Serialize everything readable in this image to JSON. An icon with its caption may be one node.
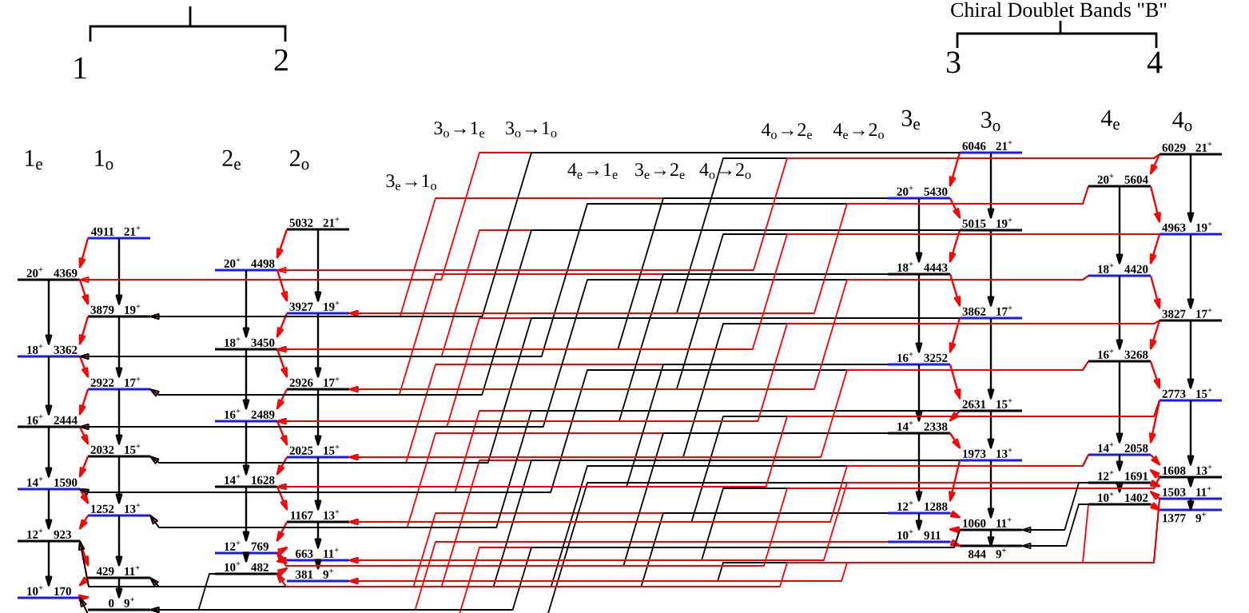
{
  "diagram": {
    "nodes": [
      {
        "text": [
          "20$^{+}$",
          "4369"
        ]
      },
      {
        "text": [
          "18$^{+}$",
          "3362"
        ]
      },
      {
        "text": [
          "16$^{+}$",
          "2444"
        ]
      },
      {
        "text": [
          "14$^{+}$",
          "1590"
        ]
      },
      {
        "text": [
          "12$^{+}$",
          "923"
        ]
      },
      {
        "text": [
          "10$^{+}$",
          "170"
        ]
      },
      {
        "text": [
          "4911",
          "21$^{+}$"
        ]
      },
      {
        "text": [
          "3879",
          "19$^{+}$"
        ]
      },
      {
        "text": [
          "2922",
          "17$^{+}$"
        ]
      },
      {
        "text": [
          "2032",
          "15$^{+}$"
        ]
      },
      {
        "text": [
          "1252",
          "13$^{+}$"
        ]
      },
      {
        "text": [
          "429",
          "11$^{+}$"
        ]
      },
      {
        "text": [
          "0",
          "9$^{+}$"
        ]
      },
      {
        "text": [
          "20$^{+}$",
          "4498"
        ]
      },
      {
        "text": [
          "18$^{+}$",
          "3450"
        ]
      },
      {
        "text": [
          "16$^{+}$",
          "2489"
        ]
      },
      {
        "text": [
          "14$^{+}$",
          "1628"
        ]
      },
      {
        "text": [
          "12$^{+}$",
          "769"
        ]
      },
      {
        "text": [
          "10$^{+}$",
          "482"
        ]
      },
      {
        "text": [
          "5032",
          "21$^{+}$"
        ]
      },
      {
        "text": [
          "3927",
          "19$^{+}$"
        ]
      },
      {
        "text": [
          "2926",
          "17$^{+}$"
        ]
      },
      {
        "text": [
          "2025",
          "15$^{+}$"
        ]
      },
      {
        "text": [
          "1167",
          "13$^{+}$"
        ]
      },
      {
        "text": [
          "663",
          "11$^{+}$"
        ]
      },
      {
        "text": [
          "381",
          "9$^{+}$"
        ]
      },
      {
        "text": [
          "20$^{+}$",
          "5430"
        ]
      },
      {
        "text": [
          "18$^{+}$",
          "4443"
        ]
      },
      {
        "text": [
          "16$^{+}$",
          "3252"
        ]
      },
      {
        "text": [
          "14$^{+}$",
          "2338"
        ]
      },
      {
        "text": [
          "12$^{+}$",
          "1288"
        ]
      },
      {
        "text": [
          "10$^{+}$",
          "911"
        ]
      },
      {
        "text": [
          "6046",
          "21$^{+}$"
        ]
      },
      {
        "text": [
          "5015",
          "19$^{+}$"
        ]
      },
      {
        "text": [
          "3862",
          "17$^{+}$"
        ]
      },
      {
        "text": [
          "2631",
          "15$^{+}$"
        ]
      },
      {
        "text": [
          "1973",
          "13$^{+}$"
        ]
      },
      {
        "text": [
          "1060",
          "11$^{+}$"
        ]
      },
      {
        "text": [
          "844",
          "9$^{+}$"
        ]
      },
      {
        "text": [
          "20$^{+}$",
          "5604"
        ]
      },
      {
        "text": [
          "18$^{+}$",
          "4420"
        ]
      },
      {
        "text": [
          "16$^{+}$",
          "3268"
        ]
      },
      {
        "text": [
          "14$^{+}$",
          "2058"
        ]
      },
      {
        "text": [
          "12$^{+}$",
          "1691"
        ]
      },
      {
        "text": [
          "10$^{+}$",
          "1402"
        ]
      },
      {
        "text": [
          "6029",
          "21$^{+}$"
        ]
      },
      {
        "text": [
          "4963",
          "19$^{+}$"
        ]
      },
      {
        "text": [
          "3827",
          "17$^{+}$"
        ]
      },
      {
        "text": [
          "2773",
          "15$^{+}$"
        ]
      },
      {
        "text": [
          "1608",
          "13$^{+}$"
        ]
      },
      {
        "text": [
          "1503",
          "11$^{+}$"
        ]
      },
      {
        "text": [
          "1377",
          "9$^{+}$"
        ]
      }
    ],
    "edges": [
      {
        "from": 0,
        "to": 1,
        "arrow": "to",
        "color": "#000000"
      },
      {
        "from": 1,
        "to": 2,
        "arrow": "to",
        "color": "#000000"
      },
      {
        "from": 2,
        "to": 3,
        "arrow": "to",
        "color": "#000000"
      },
      {
        "from": 3,
        "to": 4,
        "arrow": "to",
        "color": "#000000"
      },
      {
        "from": 4,
        "to": 5,
        "arrow": "to",
        "color": "#000000"
      },
      {
        "from": 6,
        "to": 7,
        "arrow": "to",
        "color": "#000000"
      },
      {
        "from": 7,
        "to": 8,
        "arrow": "to",
        "color": "#000000"
      },
      {
        "from": 8,
        "to": 9,
        "arrow": "to",
        "color": "#000000"
      },
      {
        "from": 9,
        "to": 10,
        "arrow": "to",
        "color": "#000000"
      },
      {
        "from": 10,
        "to": 11,
        "arrow": "to",
        "color": "#000000"
      },
      {
        "from": 11,
        "to": 12,
        "arrow": "to",
        "color": "#000000"
      },
      {
        "from": 13,
        "to": 14,
        "arrow": "to",
        "color": "#000000"
      },
      {
        "from": 14,
        "to": 15,
        "arrow": "to",
        "color": "#000000"
      },
      {
        "from": 15,
        "to": 16,
        "arrow": "to",
        "color": "#000000"
      },
      {
        "from": 16,
        "to": 17,
        "arrow": "to",
        "color": "#000000"
      },
      {
        "from": 17,
        "to": 18,
        "arrow": "to",
        "color": "#000000"
      },
      {
        "from": 19,
        "to": 20,
        "arrow": "to",
        "color": "#000000"
      },
      {
        "from": 20,
        "to": 21,
        "arrow": "to",
        "color": "#000000"
      },
      {
        "from": 21,
        "to": 22,
        "arrow": "to",
        "color": "#000000"
      },
      {
        "from": 22,
        "to": 23,
        "arrow": "to",
        "color": "#000000"
      },
      {
        "from": 23,
        "to": 24,
        "arrow": "to",
        "color": "#000000"
      },
      {
        "from": 24,
        "to": 25,
        "arrow": "to",
        "color": "#000000"
      },
      {
        "from": 26,
        "to": 27,
        "arrow": "to",
        "color": "#000000"
      },
      {
        "from": 27,
        "to": 28,
        "arrow": "to",
        "color": "#000000"
      },
      {
        "from": 28,
        "to": 29,
        "arrow": "to",
        "color": "#000000"
      },
      {
        "from": 29,
        "to": 30,
        "arrow": "to",
        "color": "#000000"
      },
      {
        "from": 30,
        "to": 31,
        "arrow": "to",
        "color": "#000000"
      },
      {
        "from": 32,
        "to": 33,
        "arrow": "to",
        "color": "#000000"
      },
      {
        "from": 33,
        "to": 34,
        "arrow": "to",
        "color": "#000000"
      },
      {
        "from": 34,
        "to": 35,
        "arrow": "to",
        "color": "#000000"
      },
      {
        "from": 35,
        "to": 36,
        "arrow": "to",
        "color": "#000000"
      },
      {
        "from": 36,
        "to": 37,
        "arrow": "to",
        "color": "#000000"
      },
      {
        "from": 37,
        "to": 38,
        "arrow": "to",
        "color": "#000000"
      },
      {
        "from": 39,
        "to": 40,
        "arrow": "to",
        "color": "#000000"
      },
      {
        "from": 40,
        "to": 41,
        "arrow": "to",
        "color": "#000000"
      },
      {
        "from": 41,
        "to": 42,
        "arrow": "to",
        "color": "#000000"
      },
      {
        "from": 42,
        "to": 43,
        "arrow": "to",
        "color": "#000000"
      },
      {
        "from": 43,
        "to": 44,
        "arrow": "to",
        "color": "#000000"
      },
      {
        "from": 45,
        "to": 46,
        "arrow": "to",
        "color": "#000000"
      },
      {
        "from": 46,
        "to": 47,
        "arrow": "to",
        "color": "#000000"
      },
      {
        "from": 47,
        "to": 48,
        "arrow": "to",
        "color": "#000000"
      },
      {
        "from": 48,
        "to": 49,
        "arrow": "to",
        "color": "#000000"
      },
      {
        "from": 49,
        "to": 50,
        "arrow": "to",
        "color": "#000000"
      },
      {
        "from": 50,
        "to": 51,
        "arrow": "to",
        "color": "#000000"
      },
      {
        "from": 6,
        "to": 0,
        "arrow": "to",
        "color": "#ff0000"
      },
      {
        "from": 0,
        "to": 7,
        "arrow": "to",
        "color": "#ff0000"
      },
      {
        "from": 7,
        "to": 1,
        "arrow": "to",
        "color": "#ff0000"
      },
      {
        "from": 1,
        "to": 8,
        "arrow": "to",
        "color": "#ff0000"
      },
      {
        "from": 8,
        "to": 2,
        "arrow": "to",
        "color": "#ff0000"
      },
      {
        "from": 2,
        "to": 9,
        "arrow": "to",
        "color": "#ff0000"
      },
      {
        "from": 9,
        "to": 3,
        "arrow": "to",
        "color": "#ff0000"
      },
      {
        "from": 3,
        "to": 10,
        "arrow": "to",
        "color": "#ff0000"
      },
      {
        "from": 10,
        "to": 4,
        "arrow": "to",
        "color": "#ff0000"
      },
      {
        "from": 4,
        "to": 11,
        "arrow": "to",
        "color": "#ff0000"
      },
      {
        "from": 11,
        "to": 5,
        "arrow": "to",
        "color": "#ff0000"
      },
      {
        "from": 5,
        "to": 12,
        "arrow": "to",
        "color": "#ff0000"
      },
      {
        "from": 19,
        "to": 13,
        "arrow": "to",
        "color": "#ff0000"
      },
      {
        "from": 13,
        "to": 20,
        "arrow": "to",
        "color": "#ff0000"
      },
      {
        "from": 20,
        "to": 14,
        "arrow": "to",
        "color": "#ff0000"
      },
      {
        "from": 14,
        "to": 21,
        "arrow": "to",
        "color": "#ff0000"
      },
      {
        "from": 21,
        "to": 15,
        "arrow": "to",
        "color": "#ff0000"
      },
      {
        "from": 15,
        "to": 22,
        "arrow": "to",
        "color": "#ff0000"
      },
      {
        "from": 22,
        "to": 16,
        "arrow": "to",
        "color": "#ff0000"
      },
      {
        "from": 16,
        "to": 23,
        "arrow": "to",
        "color": "#ff0000"
      },
      {
        "from": 23,
        "to": 17,
        "arrow": "to",
        "color": "#ff0000"
      },
      {
        "from": 17,
        "to": 24,
        "arrow": "to",
        "color": "#ff0000"
      },
      {
        "from": 24,
        "to": 18,
        "arrow": "to",
        "color": "#ff0000"
      },
      {
        "from": 18,
        "to": 25,
        "arrow": "to",
        "color": "#ff0000"
      },
      {
        "from": 32,
        "to": 26,
        "arrow": "to",
        "color": "#ff0000"
      },
      {
        "from": 26,
        "to": 33,
        "arrow": "to",
        "color": "#ff0000"
      },
      {
        "from": 33,
        "to": 27,
        "arrow": "to",
        "color": "#ff0000"
      },
      {
        "from": 27,
        "to": 34,
        "arrow": "to",
        "color": "#ff0000"
      },
      {
        "from": 34,
        "to": 28,
        "arrow": "to",
        "color": "#ff0000"
      },
      {
        "from": 28,
        "to": 35,
        "arrow": "to",
        "color": "#ff0000"
      },
      {
        "from": 35,
        "to": 29,
        "arrow": "to",
        "color": "#ff0000"
      },
      {
        "from": 29,
        "to": 36,
        "arrow": "to",
        "color": "#ff0000"
      },
      {
        "from": 36,
        "to": 30,
        "arrow": "to",
        "color": "#ff0000"
      },
      {
        "from": 30,
        "to": 37,
        "arrow": "to",
        "color": "#ff0000"
      },
      {
        "from": 37,
        "to": 31,
        "arrow": "to",
        "color": "#ff0000"
      },
      {
        "from": 31,
        "to": 38,
        "arrow": "to",
        "color": "#ff0000"
      },
      {
        "from": 45,
        "to": 39,
        "arrow": "to",
        "color": "#ff0000"
      },
      {
        "from": 39,
        "to": 46,
        "arrow": "to",
        "color": "#ff0000"
      },
      {
        "from": 46,
        "to": 40,
        "arrow": "to",
        "color": "#ff0000"
      },
      {
        "from": 40,
        "to": 47,
        "arrow": "to",
        "color": "#ff0000"
      },
      {
        "from": 47,
        "to": 41,
        "arrow": "to",
        "color": "#ff0000"
      },
      {
        "from": 41,
        "to": 48,
        "arrow": "to",
        "color": "#ff0000"
      },
      {
        "from": 48,
        "to": 42,
        "arrow": "to",
        "color": "#ff0000"
      },
      {
        "from": 42,
        "to": 49,
        "arrow": "to",
        "color": "#ff0000"
      },
      {
        "from": 49,
        "to": 43,
        "arrow": "to",
        "color": "#ff0000"
      },
      {
        "from": 43,
        "to": 50,
        "arrow": "to",
        "color": "#ff0000"
      },
      {
        "from": 50,
        "to": 44,
        "arrow": "to",
        "color": "#ff0000"
      },
      {
        "from": 44,
        "to": 51,
        "arrow": "to",
        "color": "#ff0000"
      },
      {
        "from": 26,
        "to": 7,
        "arrow": "to",
        "color": "#ff0000"
      },
      {
        "from": 27,
        "to": 8,
        "arrow": "to",
        "color": "#ff0000"
      },
      {
        "from": 28,
        "to": 9,
        "arrow": "to",
        "color": "#ff0000"
      },
      {
        "from": 29,
        "to": 10,
        "arrow": "to",
        "color": "#ff0000"
      },
      {
        "from": 30,
        "to": 11,
        "arrow": "to",
        "color": "#ff0000"
      },
      {
        "from": 31,
        "to": 12,
        "arrow": "to",
        "color": "#ff0000"
      },
      {
        "from": 32,
        "to": 0,
        "arrow": "to",
        "color": "#ff0000"
      },
      {
        "from": 33,
        "to": 1,
        "arrow": "to",
        "color": "#ff0000"
      },
      {
        "from": 34,
        "to": 2,
        "arrow": "to",
        "color": "#ff0000"
      },
      {
        "from": 35,
        "to": 3,
        "arrow": "to",
        "color": "#ff0000"
      },
      {
        "from": 36,
        "to": 4,
        "arrow": "to",
        "color": "#ff0000"
      },
      {
        "from": 37,
        "to": 5,
        "arrow": "to",
        "color": "#ff0000"
      },
      {
        "from": 32,
        "to": 7,
        "arrow": "to",
        "color": "#000000"
      },
      {
        "from": 33,
        "to": 8,
        "arrow": "to",
        "color": "#000000"
      },
      {
        "from": 34,
        "to": 9,
        "arrow": "to",
        "color": "#000000"
      },
      {
        "from": 35,
        "to": 10,
        "arrow": "to",
        "color": "#000000"
      },
      {
        "from": 36,
        "to": 11,
        "arrow": "to",
        "color": "#000000"
      },
      {
        "from": 37,
        "to": 12,
        "arrow": "to",
        "color": "#000000"
      },
      {
        "from": 39,
        "to": 1,
        "arrow": "to",
        "color": "#000000"
      },
      {
        "from": 40,
        "to": 2,
        "arrow": "to",
        "color": "#000000"
      },
      {
        "from": 41,
        "to": 3,
        "arrow": "to",
        "color": "#000000"
      },
      {
        "from": 42,
        "to": 4,
        "arrow": "to",
        "color": "#000000"
      },
      {
        "from": 43,
        "to": 5,
        "arrow": "to",
        "color": "#000000"
      },
      {
        "from": 26,
        "to": 14,
        "arrow": "to",
        "color": "#000000"
      },
      {
        "from": 27,
        "to": 15,
        "arrow": "to",
        "color": "#000000"
      },
      {
        "from": 28,
        "to": 16,
        "arrow": "to",
        "color": "#000000"
      },
      {
        "from": 29,
        "to": 17,
        "arrow": "to",
        "color": "#000000"
      },
      {
        "from": 30,
        "to": 18,
        "arrow": "to",
        "color": "#000000"
      },
      {
        "from": 45,
        "to": 20,
        "arrow": "to",
        "color": "#000000"
      },
      {
        "from": 46,
        "to": 21,
        "arrow": "to",
        "color": "#000000"
      },
      {
        "from": 47,
        "to": 22,
        "arrow": "to",
        "color": "#000000"
      },
      {
        "from": 48,
        "to": 23,
        "arrow": "to",
        "color": "#000000"
      },
      {
        "from": 49,
        "to": 24,
        "arrow": "to",
        "color": "#000000"
      },
      {
        "from": 50,
        "to": 25,
        "arrow": "to",
        "color": "#000000"
      },
      {
        "from": 45,
        "to": 13,
        "arrow": "to",
        "color": "#ff0000"
      },
      {
        "from": 46,
        "to": 14,
        "arrow": "to",
        "color": "#ff0000"
      },
      {
        "from": 47,
        "to": 15,
        "arrow": "to",
        "color": "#ff0000"
      },
      {
        "from": 48,
        "to": 16,
        "arrow": "to",
        "color": "#ff0000"
      },
      {
        "from": 49,
        "to": 17,
        "arrow": "to",
        "color": "#ff0000"
      },
      {
        "from": 50,
        "to": 18,
        "arrow": "to",
        "color": "#ff0000"
      },
      {
        "from": 39,
        "to": 20,
        "arrow": "to",
        "color": "#ff0000"
      },
      {
        "from": 40,
        "to": 21,
        "arrow": "to",
        "color": "#ff0000"
      },
      {
        "from": 41,
        "to": 22,
        "arrow": "to",
        "color": "#ff0000"
      },
      {
        "from": 42,
        "to": 23,
        "arrow": "to",
        "color": "#ff0000"
      },
      {
        "from": 43,
        "to": 24,
        "arrow": "to",
        "color": "#ff0000"
      },
      {
        "from": 44,
        "to": 25,
        "arrow": "to",
        "color": "#ff0000"
      },
      {
        "from": 43,
        "to": 37,
        "arrow": "to",
        "color": "#000000"
      },
      {
        "from": 44,
        "to": 38,
        "arrow": "to",
        "color": "#000000"
      },
      {
        "from": 18,
        "to": 12,
        "arrow": "to",
        "color": "#000000"
      }
    ],
    "labels": [
      "Chiral Doublet Bands \"B\"",
      "1",
      "2",
      "3",
      "4",
      "3$_{o}$→1$_{e}$",
      "3$_{o}$→1$_{o}$",
      "4$_{o}$→2$_{e}$",
      "4$_{e}$→2$_{o}$",
      "3$_{e}$",
      "3$_{o}$",
      "4$_{e}$",
      "4$_{o}$",
      "1$_{e}$",
      "1$_{o}$",
      "2$_{e}$",
      "2$_{o}$",
      "4$_{e}$→1$_{e}$",
      "3$_{e}$→2$_{e}$",
      "4$_{o}$→2$_{o}$",
      "3$_{e}$→1$_{o}$"
    ]
  }
}
